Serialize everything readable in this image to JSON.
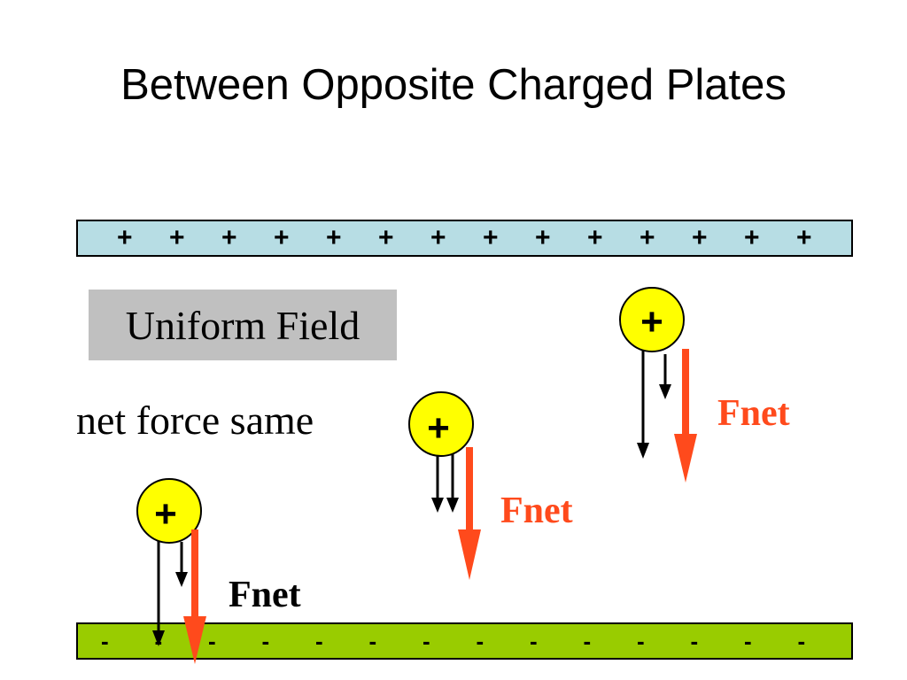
{
  "title": "Between Opposite Charged Plates",
  "top_plate": {
    "signs": [
      "+",
      "+",
      "+",
      "+",
      "+",
      "+",
      "+",
      "+",
      "+",
      "+",
      "+",
      "+",
      "+",
      "+"
    ],
    "color": "#b7dde4"
  },
  "bottom_plate": {
    "signs": [
      "-",
      "-",
      "-",
      "-",
      "-",
      "-",
      "-",
      "-",
      "-",
      "-",
      "-",
      "-",
      "-",
      "-"
    ],
    "color": "#99cc00"
  },
  "field_label": "Uniform Field",
  "note": "net force same",
  "charges": [
    {
      "symbol": "+",
      "force_label": "Fnet"
    },
    {
      "symbol": "+",
      "force_label": "Fnet"
    },
    {
      "symbol": "+",
      "force_label": "Fnet"
    }
  ],
  "colors": {
    "charge_fill": "#ffff00",
    "net_force": "#ff4a1c",
    "component_force": "#000000"
  }
}
